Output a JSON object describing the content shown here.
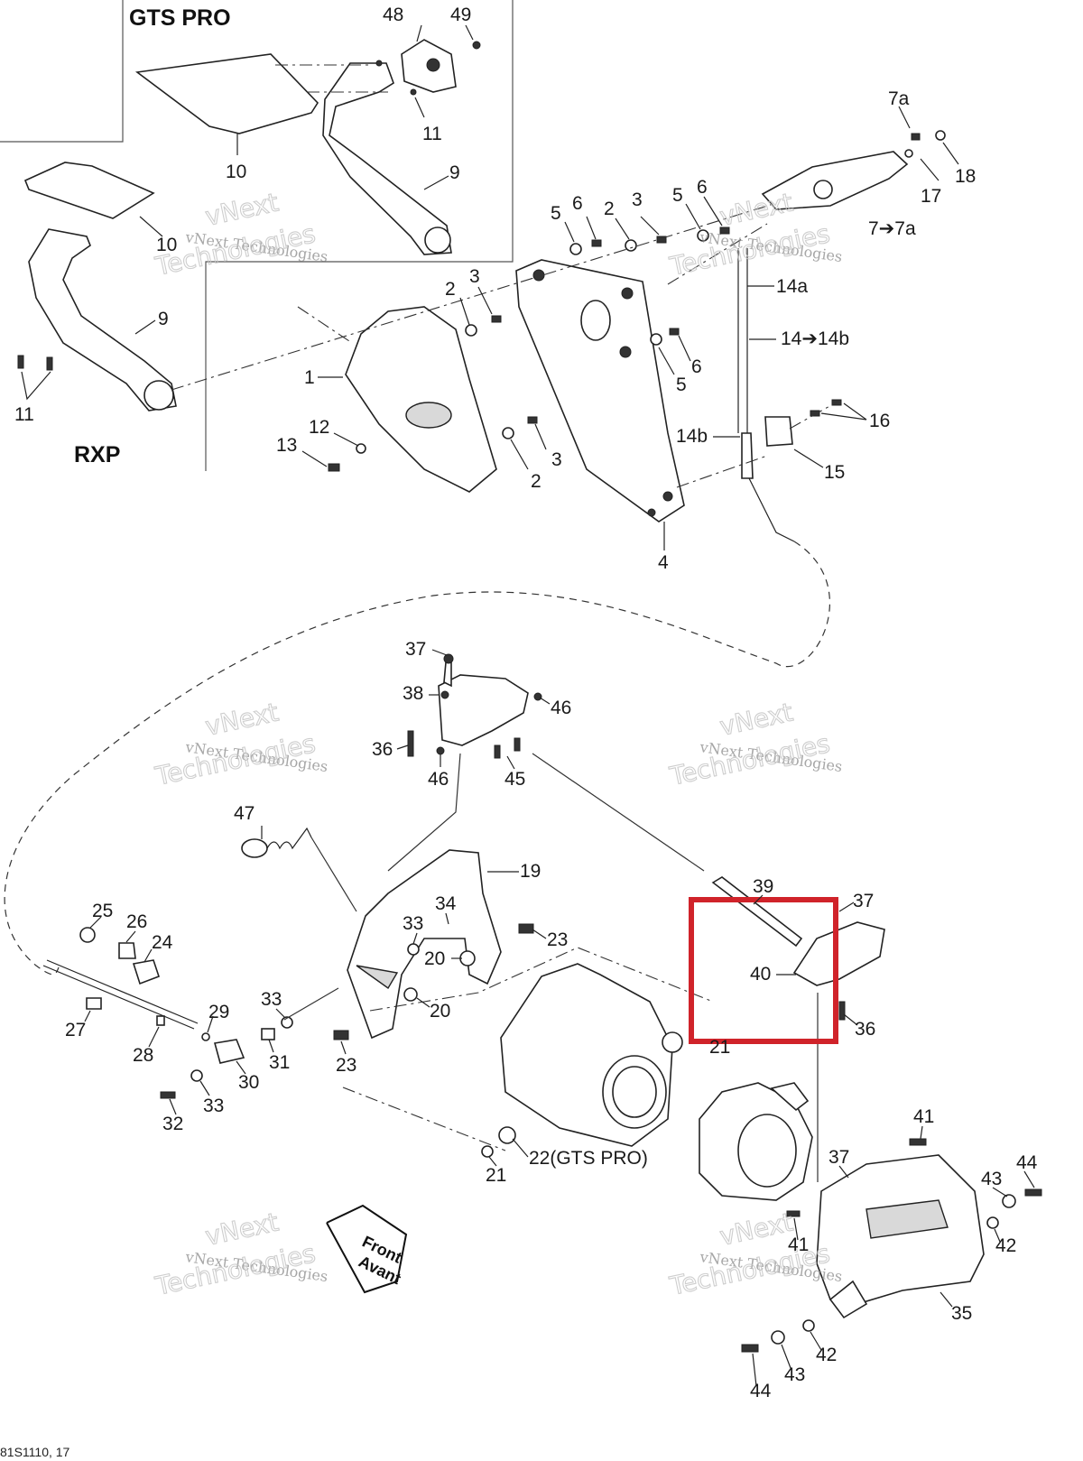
{
  "inset_titles": {
    "gts": "GTS PRO",
    "rxp": "RXP"
  },
  "callouts": {
    "c48": "48",
    "c49": "49",
    "c11a": "11",
    "c10a": "10",
    "c9a": "9",
    "c10b": "10",
    "c9b": "9",
    "c11b": "11",
    "c7a": "7a",
    "c7to7a": "7➔7a",
    "c17": "17",
    "c18": "18",
    "c5a": "5",
    "c6a": "6",
    "c2a": "2",
    "c3a": "3",
    "c5b": "5",
    "c6b": "6",
    "c14a": "14a",
    "c14to14b": "14➔14b",
    "c14b": "14b",
    "c2b": "2",
    "c3b": "3",
    "c1": "1",
    "c6c": "6",
    "c5c": "5",
    "c16": "16",
    "c15": "15",
    "c12": "12",
    "c13": "13",
    "c3c": "3",
    "c2c": "2",
    "c4": "4",
    "c37a": "37",
    "c38": "38",
    "c46a": "46",
    "c36a": "36",
    "c46b": "46",
    "c45": "45",
    "c47": "47",
    "c19": "19",
    "c39": "39",
    "c37b": "37",
    "c40": "40",
    "c36b": "36",
    "c25": "25",
    "c26": "26",
    "c24": "24",
    "c34": "34",
    "c33a": "33",
    "c23a": "23",
    "c20a": "20",
    "c20b": "20",
    "c33b": "33",
    "c29": "29",
    "c27": "27",
    "c28": "28",
    "c31": "31",
    "c30": "30",
    "c23b": "23",
    "c32": "32",
    "c33c": "33",
    "c21a": "21",
    "c22": "22(GTS PRO)",
    "c21b": "21",
    "c41a": "41",
    "c37c": "37",
    "c44a": "44",
    "c43a": "43",
    "c42a": "42",
    "c41b": "41",
    "c35": "35",
    "c42b": "42",
    "c43b": "43",
    "c44b": "44"
  },
  "front_badge": {
    "line1": "Front",
    "line2": "Avant"
  },
  "watermark": {
    "line1": "vNext Technologies",
    "line2": "Technologies",
    "line3": "vNext"
  },
  "footer_code": "81S1110, 17",
  "colors": {
    "highlight": "#d0232a",
    "ink": "#1a1a1a",
    "watermark": "#c6c6c6"
  }
}
